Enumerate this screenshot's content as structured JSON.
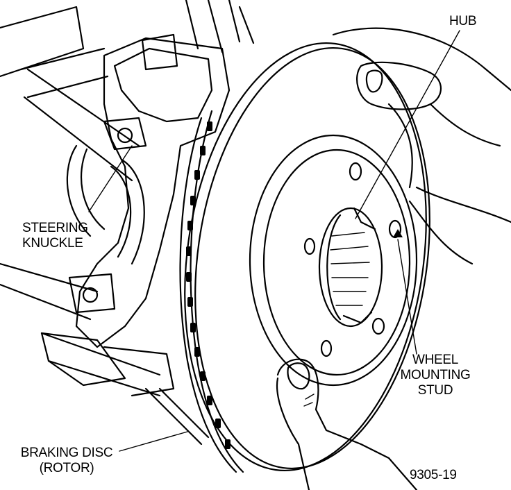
{
  "labels": {
    "hub": "HUB",
    "steering_knuckle": [
      "STEERING",
      "KNUCKLE"
    ],
    "wheel_mounting_stud": [
      "WHEEL",
      "MOUNTING",
      "STUD"
    ],
    "braking_disc": [
      "BRAKING DISC",
      "(ROTOR)"
    ],
    "figure_number": "9305-19"
  }
}
